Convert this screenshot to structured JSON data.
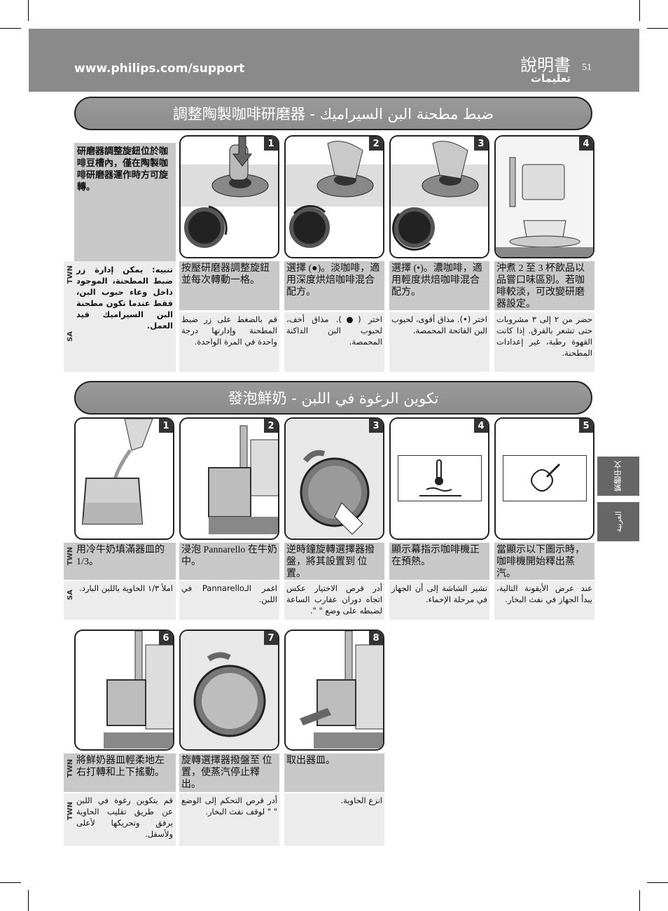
{
  "header": {
    "url": "www.philips.com/support",
    "title": "說明書",
    "title_ar": "تعليمات",
    "page_number": "51"
  },
  "section1": {
    "title": "調整陶製咖啡研磨器 - ضبط مطحنة البن السيراميك",
    "note": "研磨器調整旋鈕位於咖啡豆槽內，僅在陶製咖啡研磨器運作時方可旋轉。",
    "note_ar": "تنبيه: يمكن إدارة زر ضبط المطحنة، الموجود داخل وعاء حبوب البن، فقط عندما تكون مطحنة البن السيراميك قيد العمل.",
    "lang_tags": [
      "TWN",
      "SA"
    ],
    "steps": [
      {
        "num": "1",
        "zh": "按壓研磨器調整旋鈕並每次轉動一格。",
        "ar": "قم بالضغط على زر ضبط المطحنة وإدارتها درجة واحدة في المرة الواحدة."
      },
      {
        "num": "2",
        "zh": "選擇 (●)。淡咖啡，適用深度烘焙咖啡混合配方。",
        "ar": "اختر (●). مذاق أخف، لحبوب البن الداكنة المحمصة."
      },
      {
        "num": "3",
        "zh": "選擇 (•)。濃咖啡，適用輕度烘焙咖啡混合配方。",
        "ar": "اختر (•). مذاق أقوى، لحبوب البن الفاتحة المحمصة."
      },
      {
        "num": "4",
        "zh": "沖煮 2 至 3 杯飲品以品嘗口味區別。若咖啡較淡，可改變研磨器設定。",
        "ar": "حضر من ٢ إلى ٣ مشروبات حتى تشعر بالفرق. إذا كانت القهوة رطبة، غير إعدادات المطحنة."
      }
    ]
  },
  "section2": {
    "title": "發泡鮮奶 - تكوين الرغوة في اللبن",
    "steps": [
      {
        "num": "1",
        "zh": "用冷牛奶填滿器皿的 1/3。",
        "ar": "املأ ١/٣ الحاوية باللبن البارد.",
        "tags": [
          "TWN",
          "SA"
        ]
      },
      {
        "num": "2",
        "zh": "浸泡 Pannarello 在牛奶中。",
        "ar": "اغمر الـPannarello في اللبن."
      },
      {
        "num": "3",
        "zh": "逆時鐘旋轉選擇器撥盤，將其設置到 位置。",
        "ar": "أدر قرص الاختيار عكس اتجاه دوران عقارب الساعة لضبطه على وضع \" \"."
      },
      {
        "num": "4",
        "zh": "顯示幕指示咖啡機正在預熱。",
        "ar": "تشير الشاشة إلى أن الجهاز في مرحلة الإحماء."
      },
      {
        "num": "5",
        "zh": "當顯示以下圖示時，咖啡機開始釋出蒸汽。",
        "ar": "عند عرض الأيقونة التالية، يبدأ الجهاز في نفث البخار."
      },
      {
        "num": "6",
        "zh": "將鮮奶器皿輕柔地左右打轉和上下搖動。",
        "ar": "قم بتكوين رغوة في اللبن عن طريق تقليب الحاوية برفق وتحريكها لأعلى ولأسفل.",
        "tags": [
          "TWN",
          "TWN"
        ]
      },
      {
        "num": "7",
        "zh": "旋轉選擇器撥盤至 位置，使蒸汽停止釋出。",
        "ar": "أدر قرص التحكم إلى الوضع \" \" لوقف نفث البخار."
      },
      {
        "num": "8",
        "zh": "取出器皿。",
        "ar": "انزع الحاوية."
      }
    ]
  },
  "side_tabs": [
    "繁體中文",
    "العربية"
  ],
  "colors": {
    "header": "#8a8a8a",
    "text_dark": "#c8c8c8",
    "text_light": "#ececec",
    "tab": "#666666"
  }
}
